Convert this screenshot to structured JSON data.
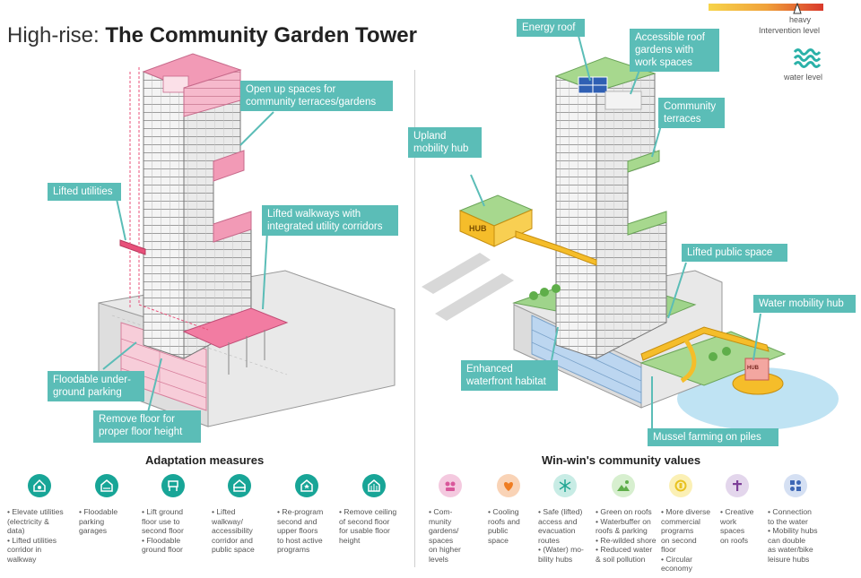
{
  "title": {
    "prefix": "High-rise: ",
    "main": "The Community Garden Tower"
  },
  "legend": {
    "heavy": "heavy",
    "intervention_level": "Intervention level",
    "water_level": "water level",
    "gradient": [
      "#f7d44a",
      "#f0a23a",
      "#d9392b"
    ]
  },
  "left_callouts": {
    "open_spaces": "Open up spaces for\ncommunity terraces/gardens",
    "lifted_utilities": "Lifted utilities",
    "lifted_walkways": "Lifted walkways with\nintegrated utility corridors",
    "floodable_parking": "Floodable under-\nground parking",
    "remove_floor": "Remove floor for\nproper floor height"
  },
  "right_callouts": {
    "energy_roof": "Energy roof",
    "accessible_roof": "Accessible roof\ngardens with\nwork spaces",
    "community_terraces": "Community\nterraces",
    "upland_hub": "Upland\nmobility hub",
    "lifted_public": "Lifted public space",
    "water_hub": "Water mobility hub",
    "waterfront_habitat": "Enhanced\nwaterfront habitat",
    "mussel_farming": "Mussel farming on piles"
  },
  "signs": {
    "hub": "HUB"
  },
  "adaptation": {
    "heading": "Adaptation measures",
    "items": [
      {
        "icon": "utilities-icon",
        "text": "• Elevate utilities\n  (electricity &\n  data)\n• Lifted utilities\n  corridor in\n  walkway"
      },
      {
        "icon": "parking-garage-icon",
        "text": "• Floodable\n  parking\n  garages"
      },
      {
        "icon": "lifted-floor-icon",
        "text": "• Lift ground\n  floor use to\n  second floor\n• Floodable\n  ground floor"
      },
      {
        "icon": "walkway-icon",
        "text": "• Lifted\n  walkway/\n  accessibility\n  corridor and\n  public space"
      },
      {
        "icon": "reprogram-icon",
        "text": "• Re-program\n  second and\n  upper floors\n  to host active\n  programs"
      },
      {
        "icon": "ceiling-icon",
        "text": "• Remove ceiling\n  of second floor\n  for usable floor\n  height"
      }
    ]
  },
  "values": {
    "heading": "Win-win's community values",
    "items": [
      {
        "icon": "community-garden-icon",
        "color": "#f4c9df",
        "text": "• Com-\n  munity\n  gardens/\n  spaces\n  on higher\n  levels"
      },
      {
        "icon": "cooling-roof-icon",
        "color": "#f9d3b6",
        "text": "• Cooling\n  roofs and\n  public\n  space"
      },
      {
        "icon": "evacuation-route-icon",
        "color": "#c8ece5",
        "text": "• Safe (lifted)\n  access and\n  evacuation\n  routes\n• (Water) mo-\n  bility hubs"
      },
      {
        "icon": "green-roof-icon",
        "color": "#d7efcf",
        "text": "• Green on roofs\n• Waterbuffer on\n  roofs & parking\n• Re-wilded shore\n• Reduced water\n  & soil pollution"
      },
      {
        "icon": "commercial-icon",
        "color": "#fbf0b5",
        "text": "• More diverse\n  commercial\n  programs\n  on second\n  floor\n• Circular\n  economy"
      },
      {
        "icon": "work-space-icon",
        "color": "#e3d6ec",
        "text": "• Creative\n  work\n  spaces\n  on roofs"
      },
      {
        "icon": "connection-icon",
        "color": "#d5e0f3",
        "text": "• Connection\n  to the water\n• Mobility hubs\n  can double\n  as water/bike\n  leisure hubs"
      }
    ]
  }
}
